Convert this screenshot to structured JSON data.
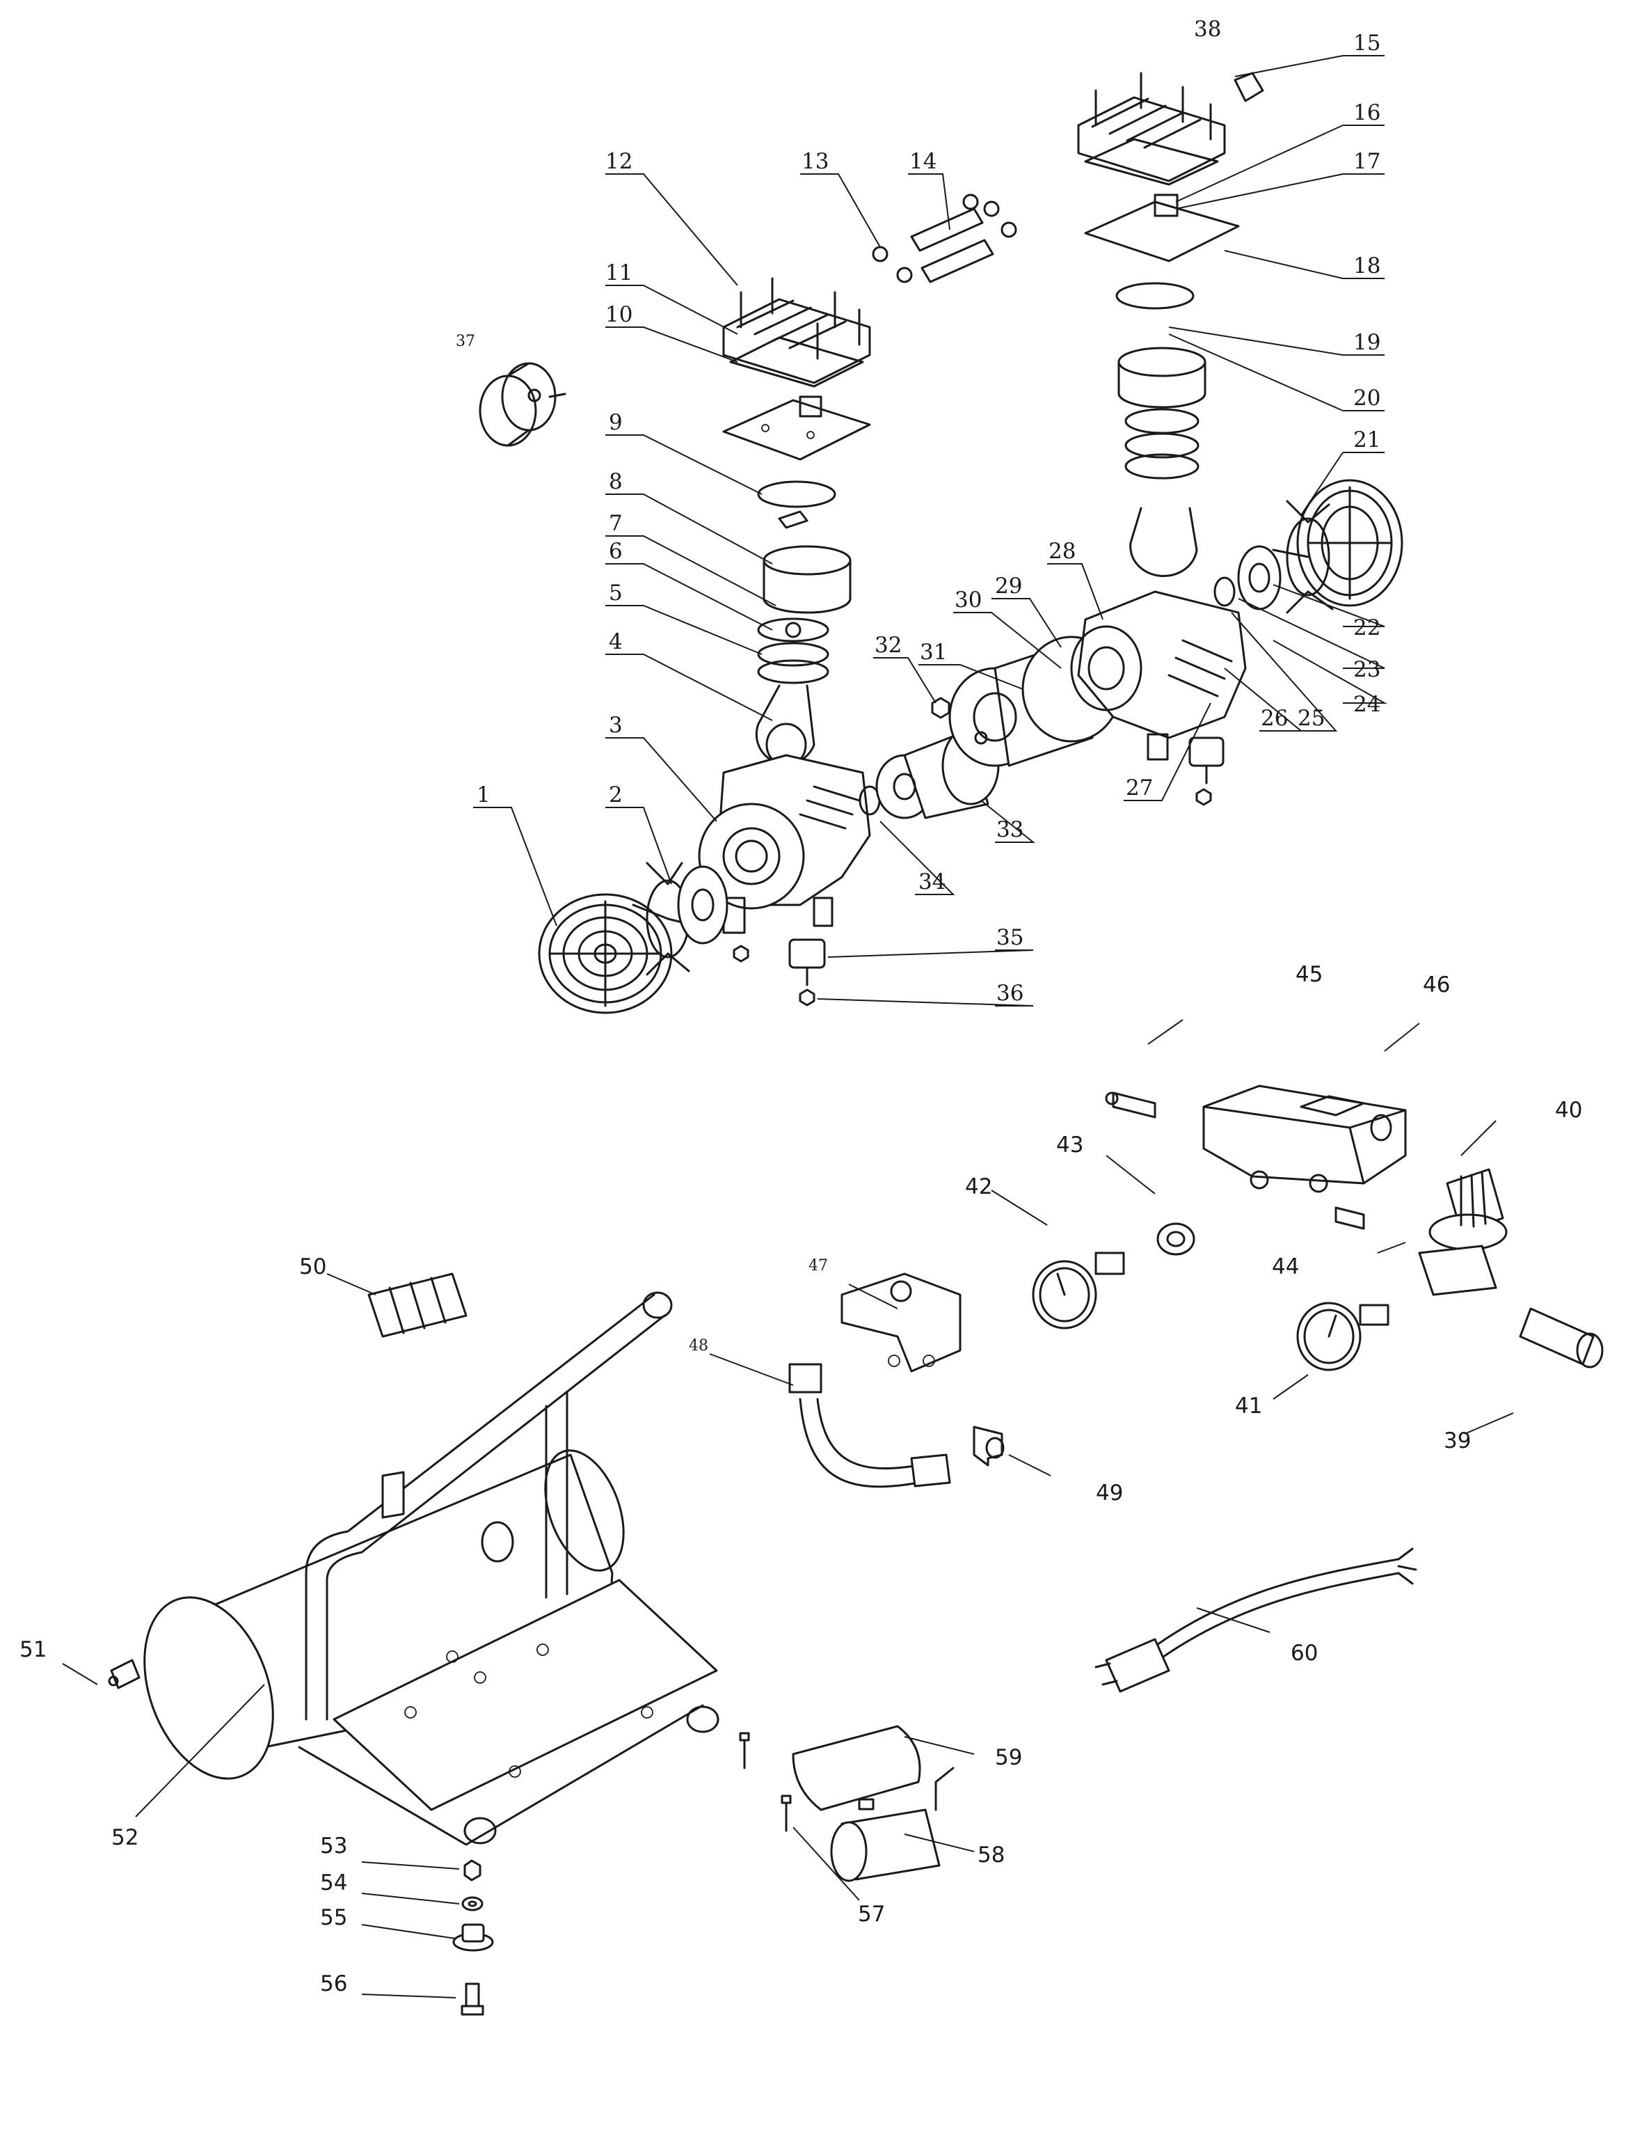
{
  "callouts": [
    {
      "id": "1",
      "label": "1"
    },
    {
      "id": "2",
      "label": "2"
    },
    {
      "id": "3",
      "label": "3"
    },
    {
      "id": "4",
      "label": "4"
    },
    {
      "id": "5",
      "label": "5"
    },
    {
      "id": "6",
      "label": "6"
    },
    {
      "id": "7",
      "label": "7"
    },
    {
      "id": "8",
      "label": "8"
    },
    {
      "id": "9",
      "label": "9"
    },
    {
      "id": "10",
      "label": "10"
    },
    {
      "id": "11",
      "label": "11"
    },
    {
      "id": "12",
      "label": "12"
    },
    {
      "id": "13",
      "label": "13"
    },
    {
      "id": "14",
      "label": "14"
    },
    {
      "id": "15",
      "label": "15"
    },
    {
      "id": "16",
      "label": "16"
    },
    {
      "id": "17",
      "label": "17"
    },
    {
      "id": "18",
      "label": "18"
    },
    {
      "id": "19",
      "label": "19"
    },
    {
      "id": "20",
      "label": "20"
    },
    {
      "id": "21",
      "label": "21"
    },
    {
      "id": "22",
      "label": "22"
    },
    {
      "id": "23",
      "label": "23"
    },
    {
      "id": "24",
      "label": "24"
    },
    {
      "id": "25",
      "label": "25"
    },
    {
      "id": "26",
      "label": "26"
    },
    {
      "id": "27",
      "label": "27"
    },
    {
      "id": "28",
      "label": "28"
    },
    {
      "id": "29",
      "label": "29"
    },
    {
      "id": "30",
      "label": "30"
    },
    {
      "id": "31",
      "label": "31"
    },
    {
      "id": "32",
      "label": "32"
    },
    {
      "id": "33",
      "label": "33"
    },
    {
      "id": "34",
      "label": "34"
    },
    {
      "id": "35",
      "label": "35"
    },
    {
      "id": "36",
      "label": "36"
    },
    {
      "id": "37",
      "label": "37"
    },
    {
      "id": "38",
      "label": "38"
    },
    {
      "id": "39",
      "label": "39"
    },
    {
      "id": "40",
      "label": "40"
    },
    {
      "id": "41",
      "label": "41"
    },
    {
      "id": "42",
      "label": "42"
    },
    {
      "id": "43",
      "label": "43"
    },
    {
      "id": "44",
      "label": "44"
    },
    {
      "id": "45",
      "label": "45"
    },
    {
      "id": "46",
      "label": "46"
    },
    {
      "id": "47",
      "label": "47"
    },
    {
      "id": "48",
      "label": "48"
    },
    {
      "id": "49",
      "label": "49"
    },
    {
      "id": "50",
      "label": "50"
    },
    {
      "id": "51",
      "label": "51"
    },
    {
      "id": "52",
      "label": "52"
    },
    {
      "id": "53",
      "label": "53"
    },
    {
      "id": "54",
      "label": "54"
    },
    {
      "id": "55",
      "label": "55"
    },
    {
      "id": "56",
      "label": "56"
    },
    {
      "id": "57",
      "label": "57"
    },
    {
      "id": "58",
      "label": "58"
    },
    {
      "id": "59",
      "label": "59"
    },
    {
      "id": "60",
      "label": "60"
    }
  ],
  "colors": {
    "line": "#1a1a1a",
    "background": "#ffffff"
  }
}
